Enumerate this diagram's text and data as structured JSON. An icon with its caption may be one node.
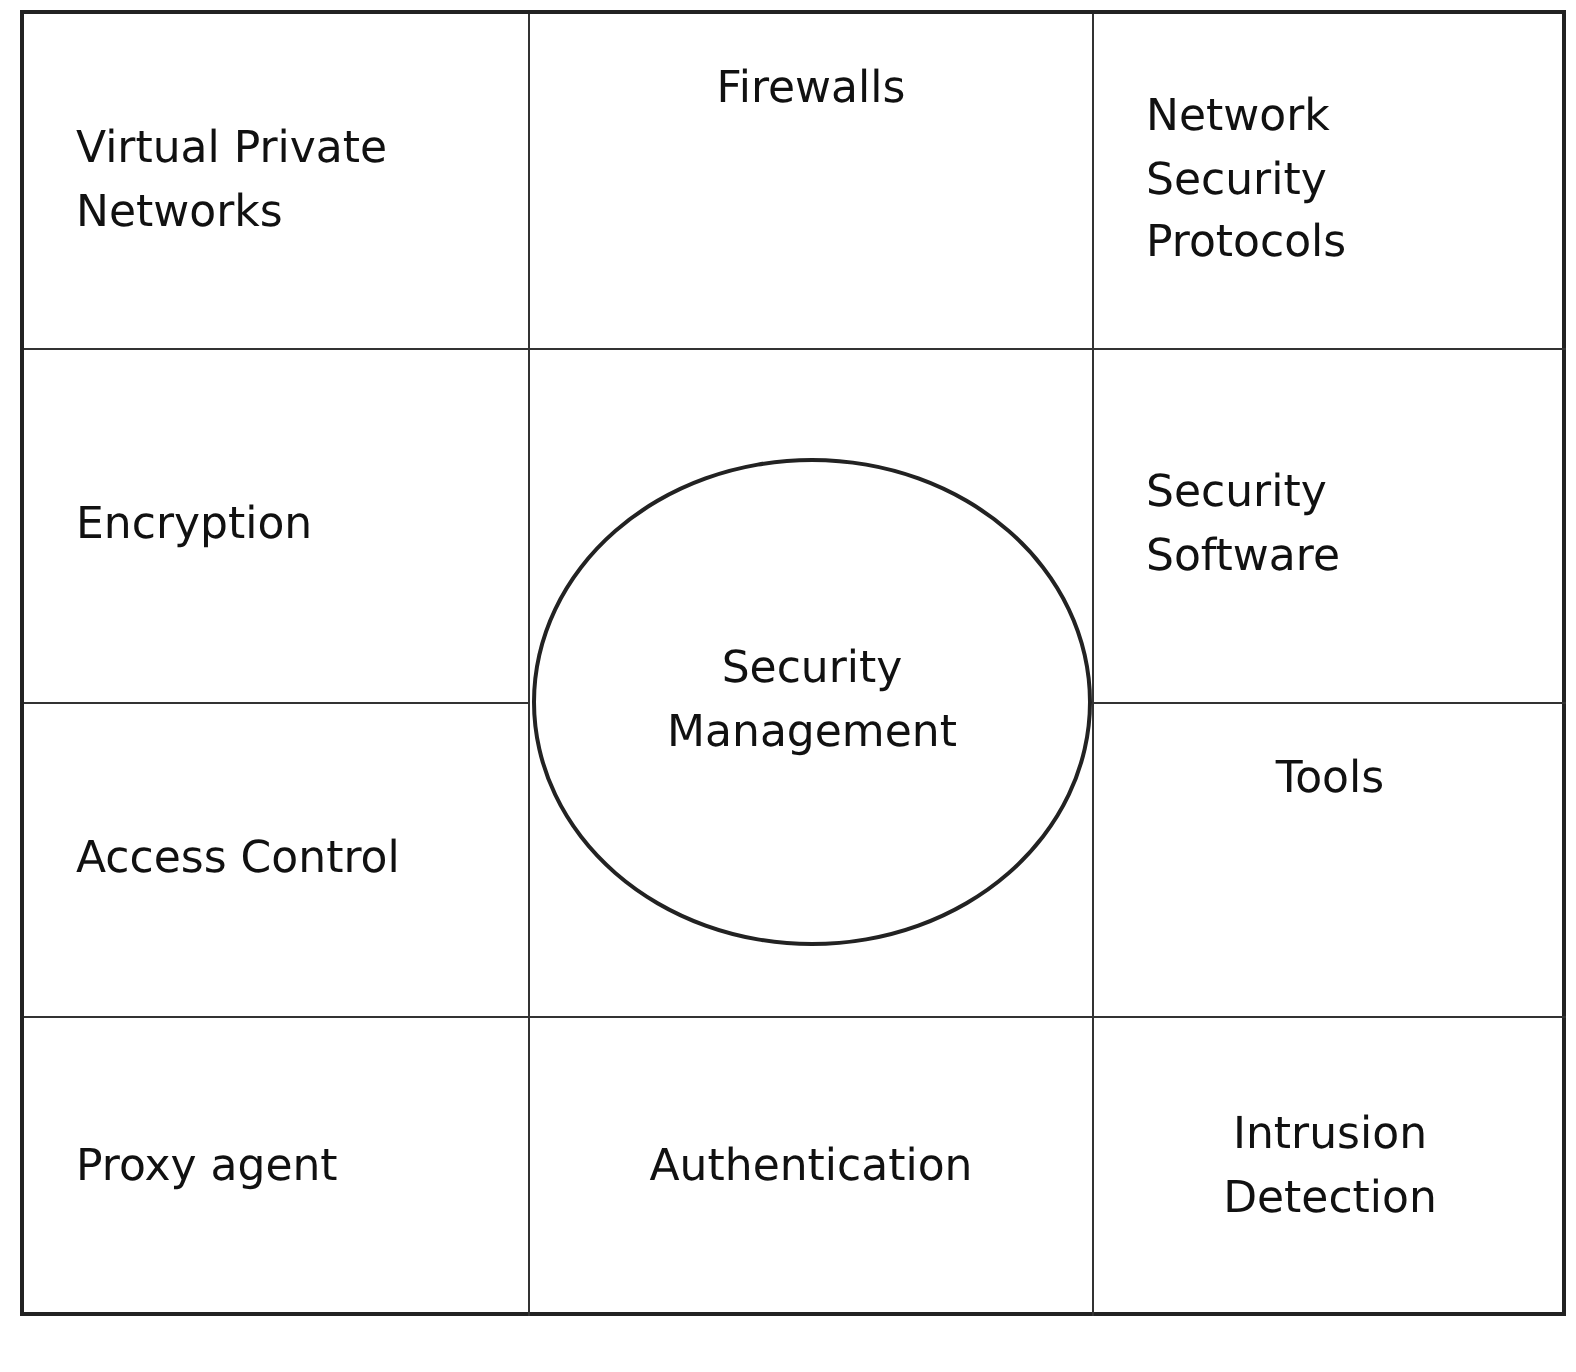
{
  "diagram": {
    "nodes": [
      {
        "text": [
          "Virtual Private Networks"
        ]
      },
      {
        "text": [
          "Firewalls"
        ]
      },
      {
        "text": [
          "Network Security Protocols"
        ]
      },
      {
        "text": [
          "Encryption"
        ]
      },
      {
        "text": [
          "Security Management"
        ]
      },
      {
        "text": [
          "Security Software"
        ]
      },
      {
        "text": [
          "Access Control"
        ]
      },
      {
        "text": [
          "Tools"
        ]
      },
      {
        "text": [
          "Proxy agent"
        ]
      },
      {
        "text": [
          "Authentication"
        ]
      },
      {
        "text": [
          "Intrusion Detection"
        ]
      }
    ]
  }
}
